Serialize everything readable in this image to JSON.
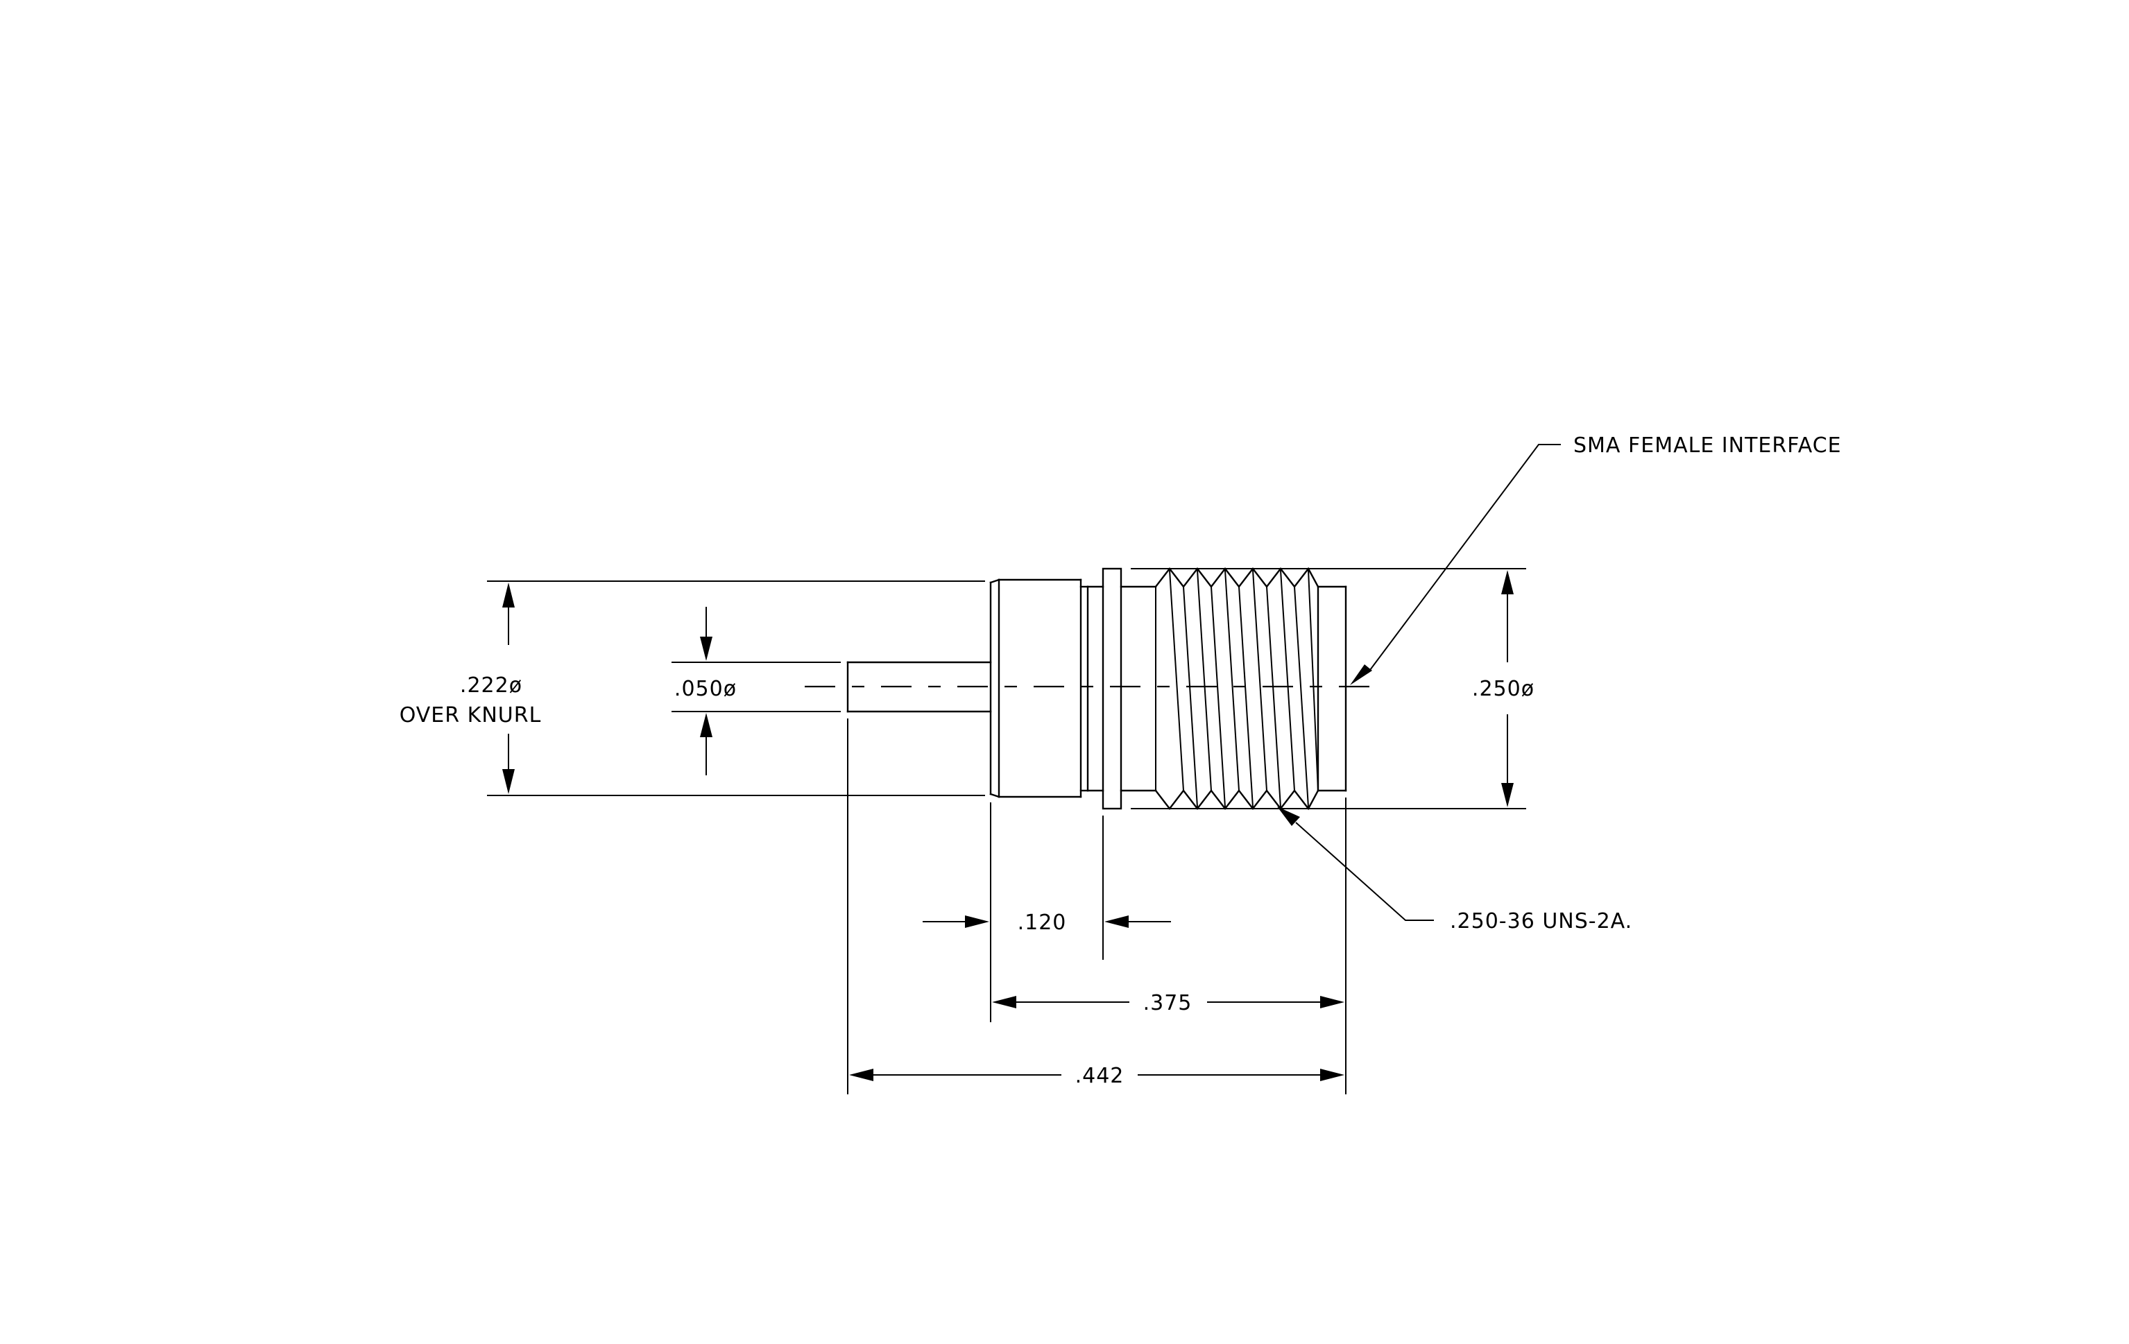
{
  "drawing": {
    "callouts": {
      "interface": "SMA FEMALE INTERFACE",
      "thread": ".250-36 UNS-2A."
    },
    "dimensions": {
      "knurl_diameter_value": ".222ø",
      "knurl_diameter_note": "OVER KNURL",
      "pin_diameter": ".050ø",
      "thread_diameter": ".250ø",
      "knurl_length": ".120",
      "body_length": ".375",
      "overall_length": ".442"
    }
  }
}
